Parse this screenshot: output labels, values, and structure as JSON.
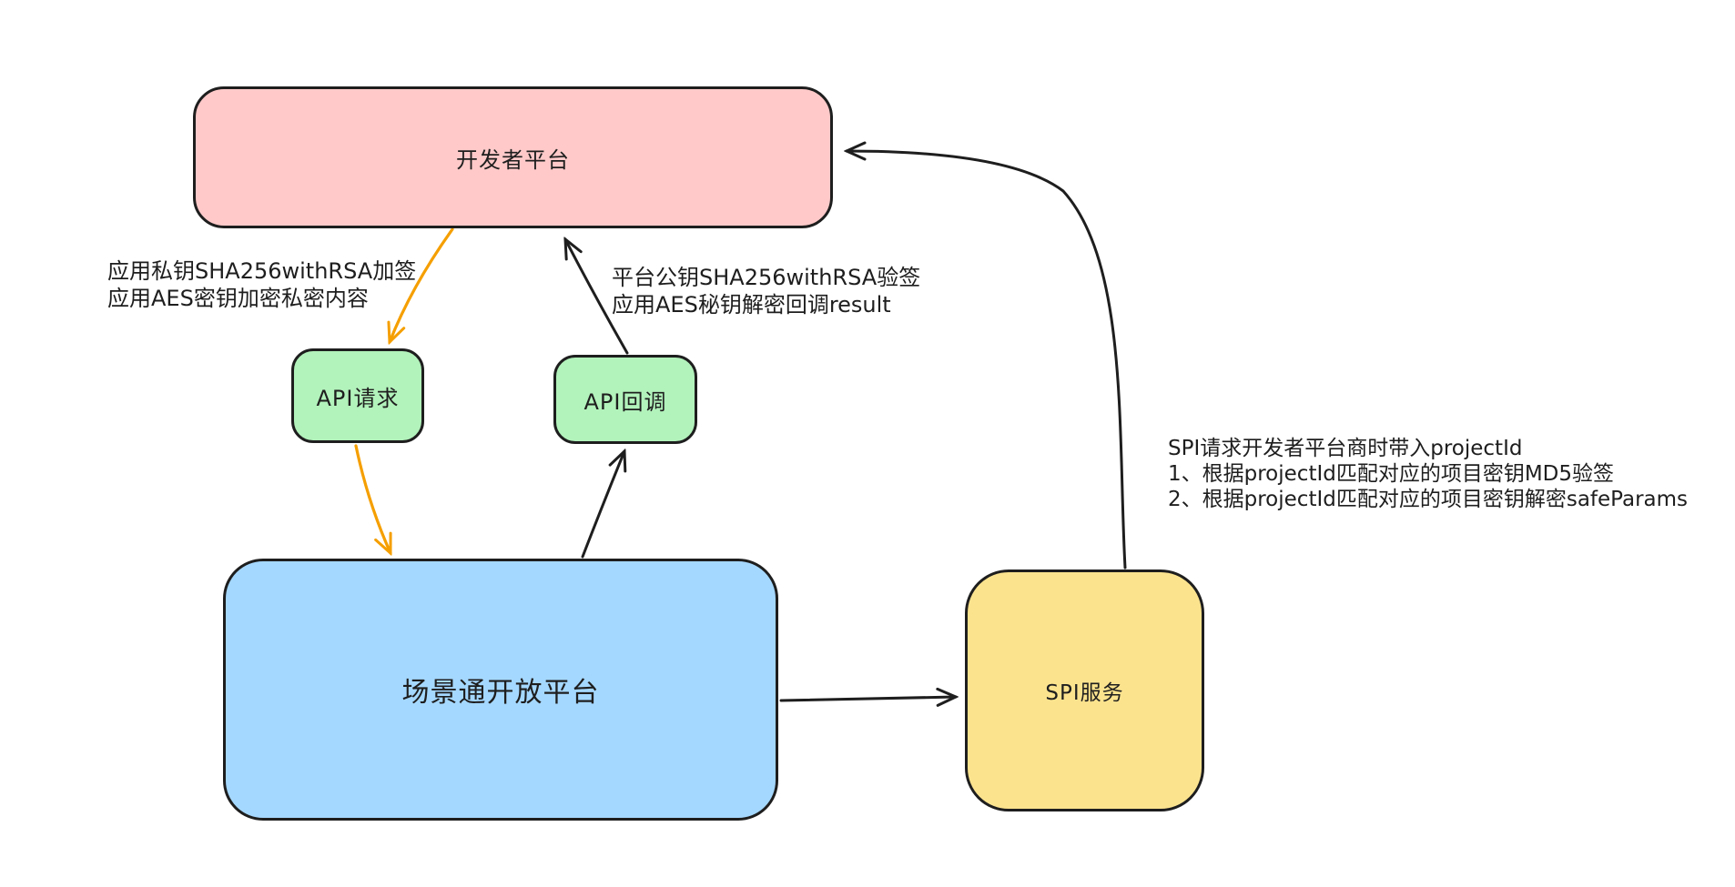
{
  "diagram": {
    "nodes": {
      "developer_platform": {
        "label": "开发者平台",
        "fill": "#ffc9c9"
      },
      "api_request": {
        "label": "API请求",
        "fill": "#b2f2bb"
      },
      "api_callback": {
        "label": "API回调",
        "fill": "#b2f2bb"
      },
      "scene_open_platform": {
        "label": "场景通开放平台",
        "fill": "#a5d8ff"
      },
      "spi_service": {
        "label": "SPI服务",
        "fill": "#fbe38e"
      }
    },
    "annotations": {
      "api_request_note": {
        "lines": [
          "应用私钥SHA256withRSA加签",
          "应用AES密钥加密私密内容"
        ]
      },
      "api_callback_note": {
        "lines": [
          "平台公钥SHA256withRSA验签",
          "应用AES秘钥解密回调result"
        ]
      },
      "spi_note": {
        "lines": [
          "SPI请求开发者平台商时带入projectId",
          "1、根据projectId匹配对应的项目密钥MD5验签",
          "2、根据projectId匹配对应的项目密钥解密safeParams"
        ]
      }
    },
    "arrows": {
      "request_sign_arrow": {
        "from": "developer_platform",
        "to": "api_request",
        "color": "#f59f00"
      },
      "request_send_arrow": {
        "from": "api_request",
        "to": "scene_open_platform",
        "color": "#f59f00"
      },
      "callback_up_arrow": {
        "from": "scene_open_platform",
        "to": "api_callback",
        "color": "#1e1e1e"
      },
      "callback_return_arrow": {
        "from": "api_callback",
        "to": "developer_platform",
        "color": "#1e1e1e"
      },
      "spi_call_arrow": {
        "from": "scene_open_platform",
        "to": "spi_service",
        "color": "#1e1e1e"
      },
      "spi_return_arrow": {
        "from": "spi_service",
        "to": "developer_platform",
        "color": "#1e1e1e"
      }
    },
    "colors": {
      "stroke": "#1e1e1e",
      "arrow_orange": "#f59f00",
      "node_pink": "#ffc9c9",
      "node_green": "#b2f2bb",
      "node_blue": "#a5d8ff",
      "node_yellow": "#fbe38e",
      "background": "#ffffff"
    }
  }
}
